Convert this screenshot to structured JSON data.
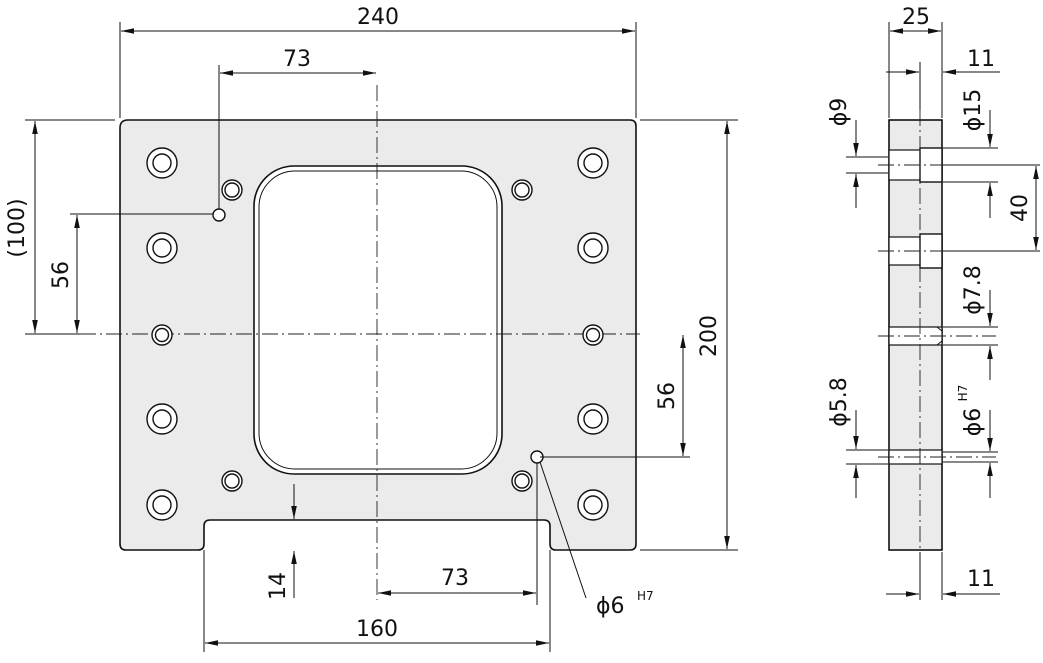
{
  "front_view": {
    "overall_width": "240",
    "overall_height": "200",
    "reference_height": "(100)",
    "hole_offset_left_x": "73",
    "hole_offset_right_x": "73",
    "hole_offset_left_y": "56",
    "hole_offset_right_y": "56",
    "notch_depth": "14",
    "notch_width": "160",
    "pin_hole_callout": "ϕ6",
    "pin_hole_tolerance": "H7"
  },
  "side_view": {
    "thickness": "25",
    "counterbore_depth_top": "11",
    "counterbore_depth_bottom": "11",
    "bore_dia_9": "ϕ9",
    "counterbore_dia_15": "ϕ15",
    "hole_pitch": "40",
    "bore_dia_7_8": "ϕ7.8",
    "bore_dia_5_8": "ϕ5.8",
    "pin_dia": "ϕ6",
    "pin_tolerance": "H7"
  }
}
